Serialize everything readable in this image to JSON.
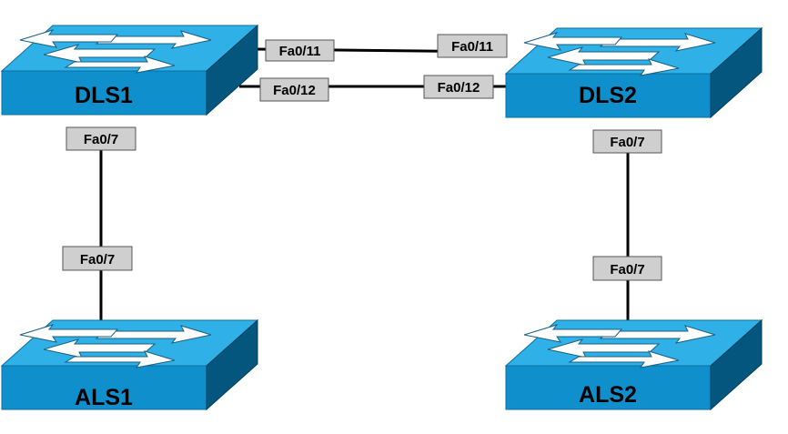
{
  "diagram": {
    "switches": {
      "dls1": {
        "name": "DLS1",
        "icon": "workgroup-switch-icon"
      },
      "dls2": {
        "name": "DLS2",
        "icon": "workgroup-switch-icon"
      },
      "als1": {
        "name": "ALS1",
        "icon": "workgroup-switch-icon"
      },
      "als2": {
        "name": "ALS2",
        "icon": "workgroup-switch-icon"
      }
    },
    "links": [
      {
        "from": "DLS1",
        "to": "DLS2",
        "from_port": "Fa0/11",
        "to_port": "Fa0/11"
      },
      {
        "from": "DLS1",
        "to": "DLS2",
        "from_port": "Fa0/12",
        "to_port": "Fa0/12"
      },
      {
        "from": "DLS1",
        "to": "ALS1",
        "from_port": "Fa0/7",
        "to_port": "Fa0/7"
      },
      {
        "from": "DLS2",
        "to": "ALS2",
        "from_port": "Fa0/7",
        "to_port": "Fa0/7"
      }
    ],
    "colors": {
      "switch_top": "#2fb0e6",
      "switch_front": "#0f8fcc",
      "switch_side": "#05567e",
      "port_label_fill": "#cfcfcf",
      "link": "#000000"
    }
  }
}
